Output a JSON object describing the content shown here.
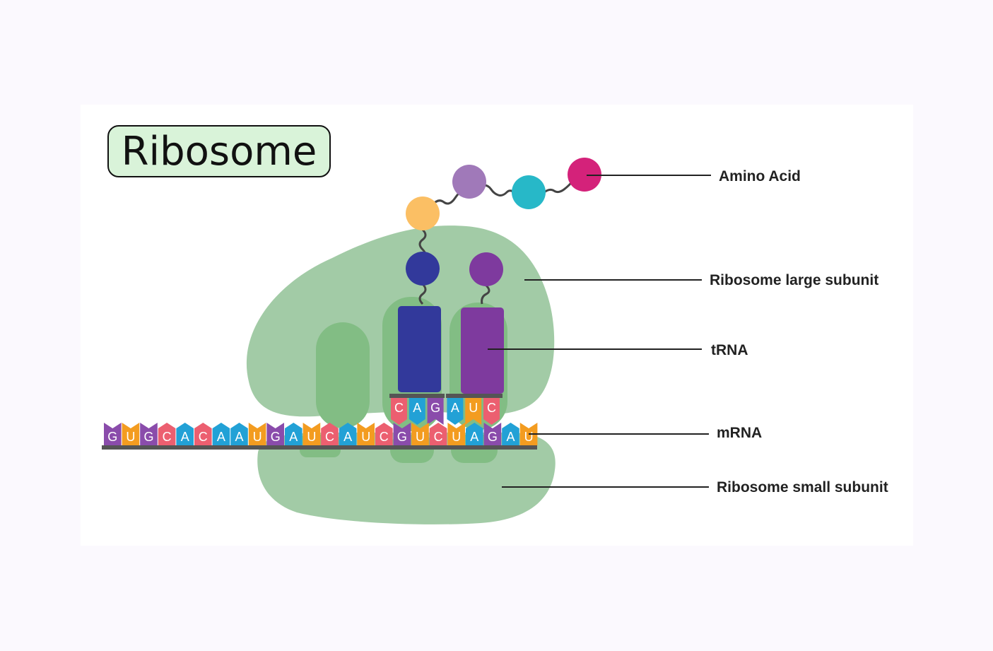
{
  "title": "Ribosome",
  "labels": {
    "amino_acid": "Amino Acid",
    "large_subunit": "Ribosome large subunit",
    "trna": "tRNA",
    "mrna": "mRNA",
    "small_subunit": "Ribosome small subunit"
  },
  "mrna_bases": [
    "G",
    "U",
    "G",
    "C",
    "A",
    "C",
    "A",
    "A",
    "U",
    "G",
    "A",
    "U",
    "C",
    "A",
    "U",
    "C",
    "G",
    "U",
    "C",
    "U",
    "A",
    "G",
    "A",
    "U"
  ],
  "anticodon_bases": [
    "C",
    "A",
    "G",
    "A",
    "U",
    "C"
  ],
  "colors": {
    "ribosome": "#a2cba6",
    "ribosome_slot": "#82bd84",
    "trna_left": "#32399b",
    "trna_right": "#7e3a9e",
    "amino_orange": "#fbbf64",
    "amino_lilac": "#a079b9",
    "amino_teal": "#27b8c8",
    "amino_magenta": "#d4227a",
    "base_A": "#22a1d6",
    "base_U": "#f39c20",
    "base_G": "#8a4cab",
    "base_C": "#ec5f70"
  }
}
